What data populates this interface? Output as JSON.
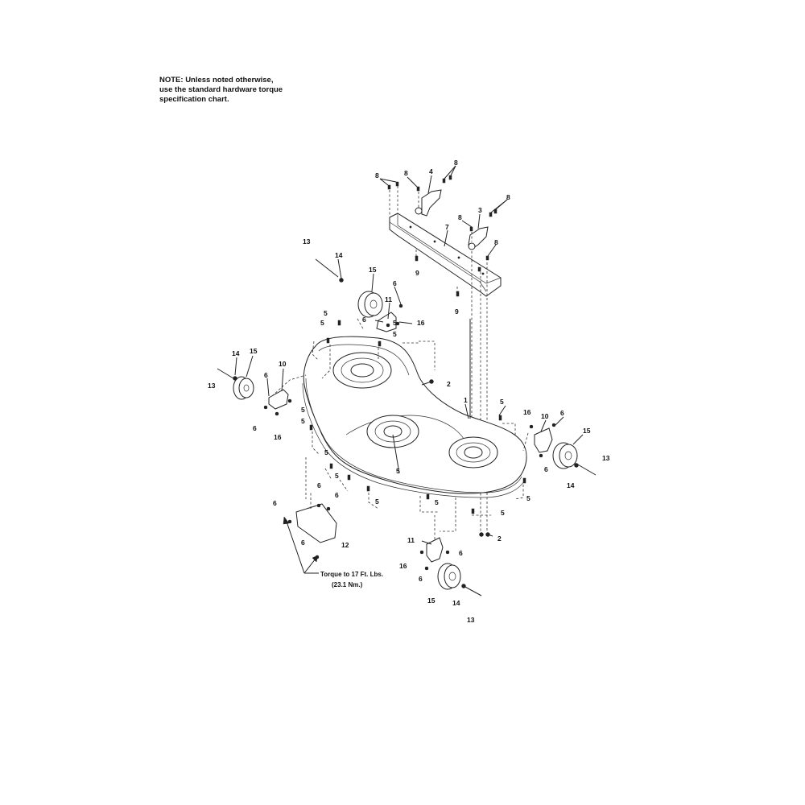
{
  "note": {
    "line1": "NOTE: Unless noted otherwise,",
    "line2": "use the standard hardware torque",
    "line3": "specification chart."
  },
  "torque": {
    "line1": "Torque to 17 Ft. Lbs.",
    "line2": "(23.1 Nm.)"
  },
  "callouts": [
    {
      "id": "c8a",
      "text": "8"
    },
    {
      "id": "c8b",
      "text": "8"
    },
    {
      "id": "c4",
      "text": "4"
    },
    {
      "id": "c8c",
      "text": "8"
    },
    {
      "id": "c8d",
      "text": "8"
    },
    {
      "id": "c8e",
      "text": "8"
    },
    {
      "id": "c3",
      "text": "3"
    },
    {
      "id": "c7",
      "text": "7"
    },
    {
      "id": "c8f",
      "text": "8"
    },
    {
      "id": "c9a",
      "text": "9"
    },
    {
      "id": "c9b",
      "text": "9"
    },
    {
      "id": "c13a",
      "text": "13"
    },
    {
      "id": "c14a",
      "text": "14"
    },
    {
      "id": "c15a",
      "text": "15"
    },
    {
      "id": "c6a",
      "text": "6"
    },
    {
      "id": "c11a",
      "text": "11"
    },
    {
      "id": "c6b",
      "text": "6"
    },
    {
      "id": "c16a",
      "text": "16"
    },
    {
      "id": "c5a",
      "text": "5"
    },
    {
      "id": "c5b",
      "text": "5"
    },
    {
      "id": "c5c",
      "text": "5"
    },
    {
      "id": "c5d",
      "text": "5"
    },
    {
      "id": "c14b",
      "text": "14"
    },
    {
      "id": "c15b",
      "text": "15"
    },
    {
      "id": "c13b",
      "text": "13"
    },
    {
      "id": "c6c",
      "text": "6"
    },
    {
      "id": "c10a",
      "text": "10"
    },
    {
      "id": "c6d",
      "text": "6"
    },
    {
      "id": "c16b",
      "text": "16"
    },
    {
      "id": "c2a",
      "text": "2"
    },
    {
      "id": "c1",
      "text": "1"
    },
    {
      "id": "c5e",
      "text": "5"
    },
    {
      "id": "c16c",
      "text": "16"
    },
    {
      "id": "c10b",
      "text": "10"
    },
    {
      "id": "c6e",
      "text": "6"
    },
    {
      "id": "c15c",
      "text": "15"
    },
    {
      "id": "c13c",
      "text": "13"
    },
    {
      "id": "c6f",
      "text": "6"
    },
    {
      "id": "c14c",
      "text": "14"
    },
    {
      "id": "c5f",
      "text": "5"
    },
    {
      "id": "c5g",
      "text": "5"
    },
    {
      "id": "c5h",
      "text": "5"
    },
    {
      "id": "c5i",
      "text": "5"
    },
    {
      "id": "c5j",
      "text": "5"
    },
    {
      "id": "c5k",
      "text": "5"
    },
    {
      "id": "c5l",
      "text": "5"
    },
    {
      "id": "c5m",
      "text": "5"
    },
    {
      "id": "c5n",
      "text": "5"
    },
    {
      "id": "c2b",
      "text": "2"
    },
    {
      "id": "c6g",
      "text": "6"
    },
    {
      "id": "c6h",
      "text": "6"
    },
    {
      "id": "c6i",
      "text": "6"
    },
    {
      "id": "c12",
      "text": "12"
    },
    {
      "id": "c6j",
      "text": "6"
    },
    {
      "id": "c11b",
      "text": "11"
    },
    {
      "id": "c6k",
      "text": "6"
    },
    {
      "id": "c16d",
      "text": "16"
    },
    {
      "id": "c6l",
      "text": "6"
    },
    {
      "id": "c15d",
      "text": "15"
    },
    {
      "id": "c14d",
      "text": "14"
    },
    {
      "id": "c13d",
      "text": "13"
    }
  ]
}
